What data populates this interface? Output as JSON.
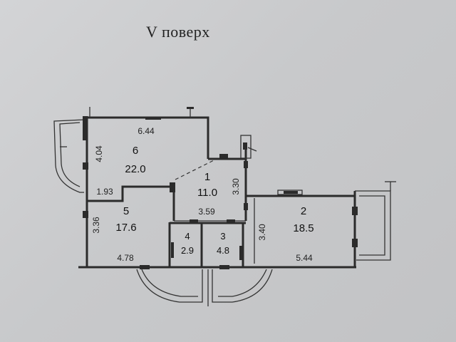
{
  "title": "V поверх",
  "rooms": [
    {
      "number": "6",
      "area": "22.0"
    },
    {
      "number": "1",
      "area": "11.0"
    },
    {
      "number": "5",
      "area": "17.6"
    },
    {
      "number": "2",
      "area": "18.5"
    },
    {
      "number": "4",
      "area": "2.9"
    },
    {
      "number": "3",
      "area": "4.8"
    }
  ],
  "dimensions": [
    "6.44",
    "4.04",
    "1.93",
    "3.30",
    "3.59",
    "3.36",
    "3.40",
    "4.78",
    "5.44"
  ]
}
